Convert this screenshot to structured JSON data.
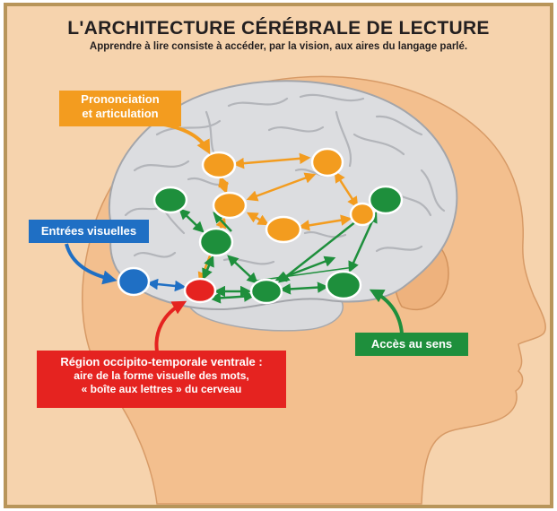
{
  "title": "L'ARCHITECTURE CÉRÉBRALE DE LECTURE",
  "subtitle": "Apprendre à lire consiste à accéder, par la vision, aux aires du langage parlé.",
  "labels": {
    "pronunciation": [
      "Prononciation",
      "et articulation"
    ],
    "visual_input": "Entrées visuelles",
    "meaning": "Accès au sens",
    "vwfa": [
      "Région occipito-temporale ventrale :",
      "aire de la forme visuelle des mots,",
      "« boîte aux lettres » du cerveau"
    ]
  },
  "colors": {
    "orange": "#f39c1f",
    "green": "#1e8f3c",
    "blue": "#1f6fc4",
    "red": "#e52320",
    "skin": "#f6d3ad",
    "brain": "#dcdde0",
    "border": "#b8955a"
  }
}
